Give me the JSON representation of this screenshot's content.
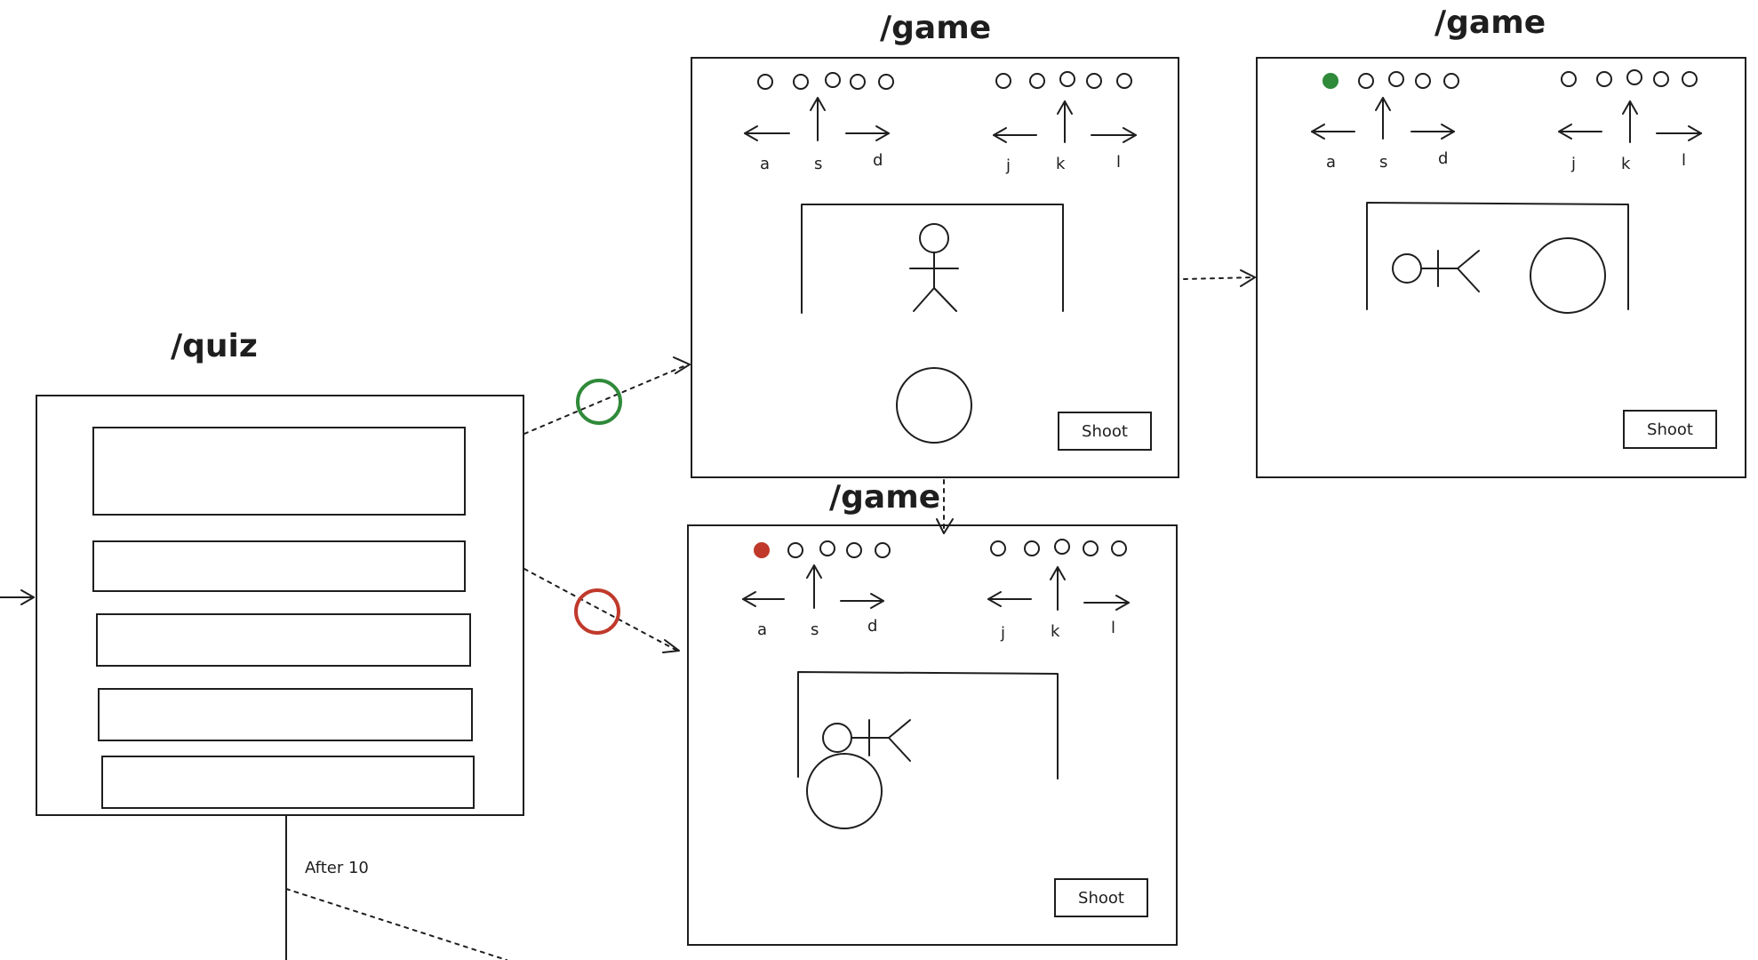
{
  "screens": {
    "quiz": {
      "title": "/quiz"
    },
    "game_start": {
      "title": "/game",
      "shoot_label": "Shoot"
    },
    "game_goal": {
      "title": "/game",
      "shoot_label": "Shoot"
    },
    "game_miss": {
      "title": "/game",
      "shoot_label": "Shoot"
    }
  },
  "controls": {
    "left_keys": [
      "a",
      "s",
      "d"
    ],
    "right_keys": [
      "j",
      "k",
      "l"
    ]
  },
  "transitions": {
    "after_note": "After 10"
  },
  "colors": {
    "ink": "#1e1e1e",
    "correct": "#2f8a3a",
    "wrong": "#c0392b"
  },
  "icons": [
    "arrow-left-icon",
    "arrow-up-icon",
    "arrow-right-icon",
    "goal-post-icon",
    "goalkeeper-icon",
    "ball-icon",
    "correct-circle-icon",
    "wrong-circle-icon"
  ]
}
